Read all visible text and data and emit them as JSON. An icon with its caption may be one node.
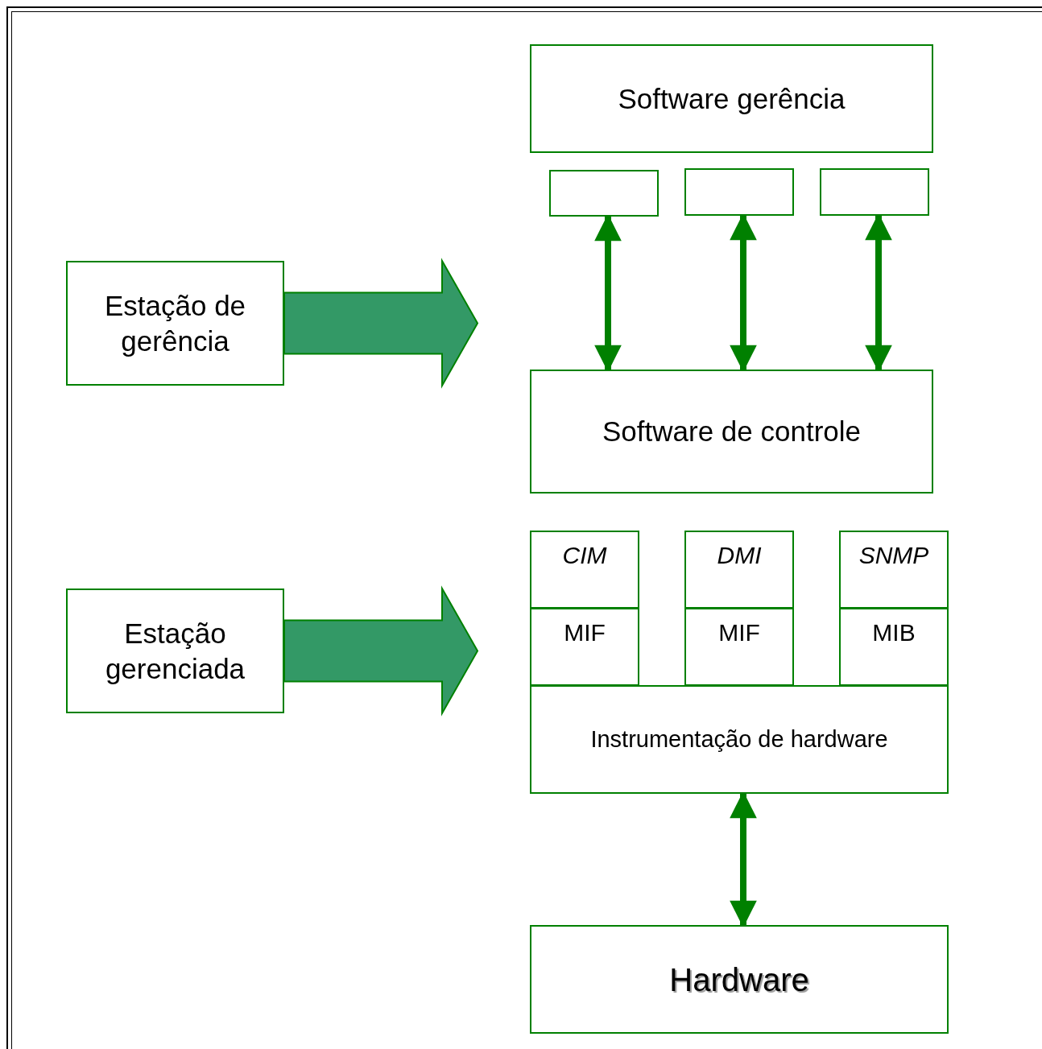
{
  "diagram": {
    "nodes": [
      {
        "text": [
          "Software gerência"
        ]
      },
      {
        "text": [],
        "shape": "box"
      },
      {
        "text": [],
        "shape": "box"
      },
      {
        "text": [],
        "shape": "box"
      },
      {
        "text": [
          "Estação de gerência"
        ]
      },
      {
        "text": [
          "Software de controle"
        ]
      },
      {
        "text": [
          "CIM"
        ]
      },
      {
        "text": [
          "MIF"
        ]
      },
      {
        "text": [
          "DMI"
        ]
      },
      {
        "text": [
          "MIF"
        ]
      },
      {
        "text": [
          "SNMP"
        ]
      },
      {
        "text": [
          "MIB"
        ]
      },
      {
        "text": [
          "Estação gerenciada"
        ]
      },
      {
        "text": [
          "Instrumentação de hardware"
        ]
      },
      {
        "text": [
          "Hardware"
        ]
      }
    ],
    "edges": [
      {
        "from": 1,
        "to": 5,
        "arrow": "both"
      },
      {
        "from": 2,
        "to": 5,
        "arrow": "both"
      },
      {
        "from": 3,
        "to": 5,
        "arrow": "both"
      },
      {
        "from": 4,
        "to": null,
        "arrow": "to",
        "style": "thick",
        "color": "#339966"
      },
      {
        "from": 12,
        "to": null,
        "arrow": "to",
        "style": "thick",
        "color": "#339966"
      },
      {
        "from": 13,
        "to": 14,
        "arrow": "both"
      }
    ]
  }
}
